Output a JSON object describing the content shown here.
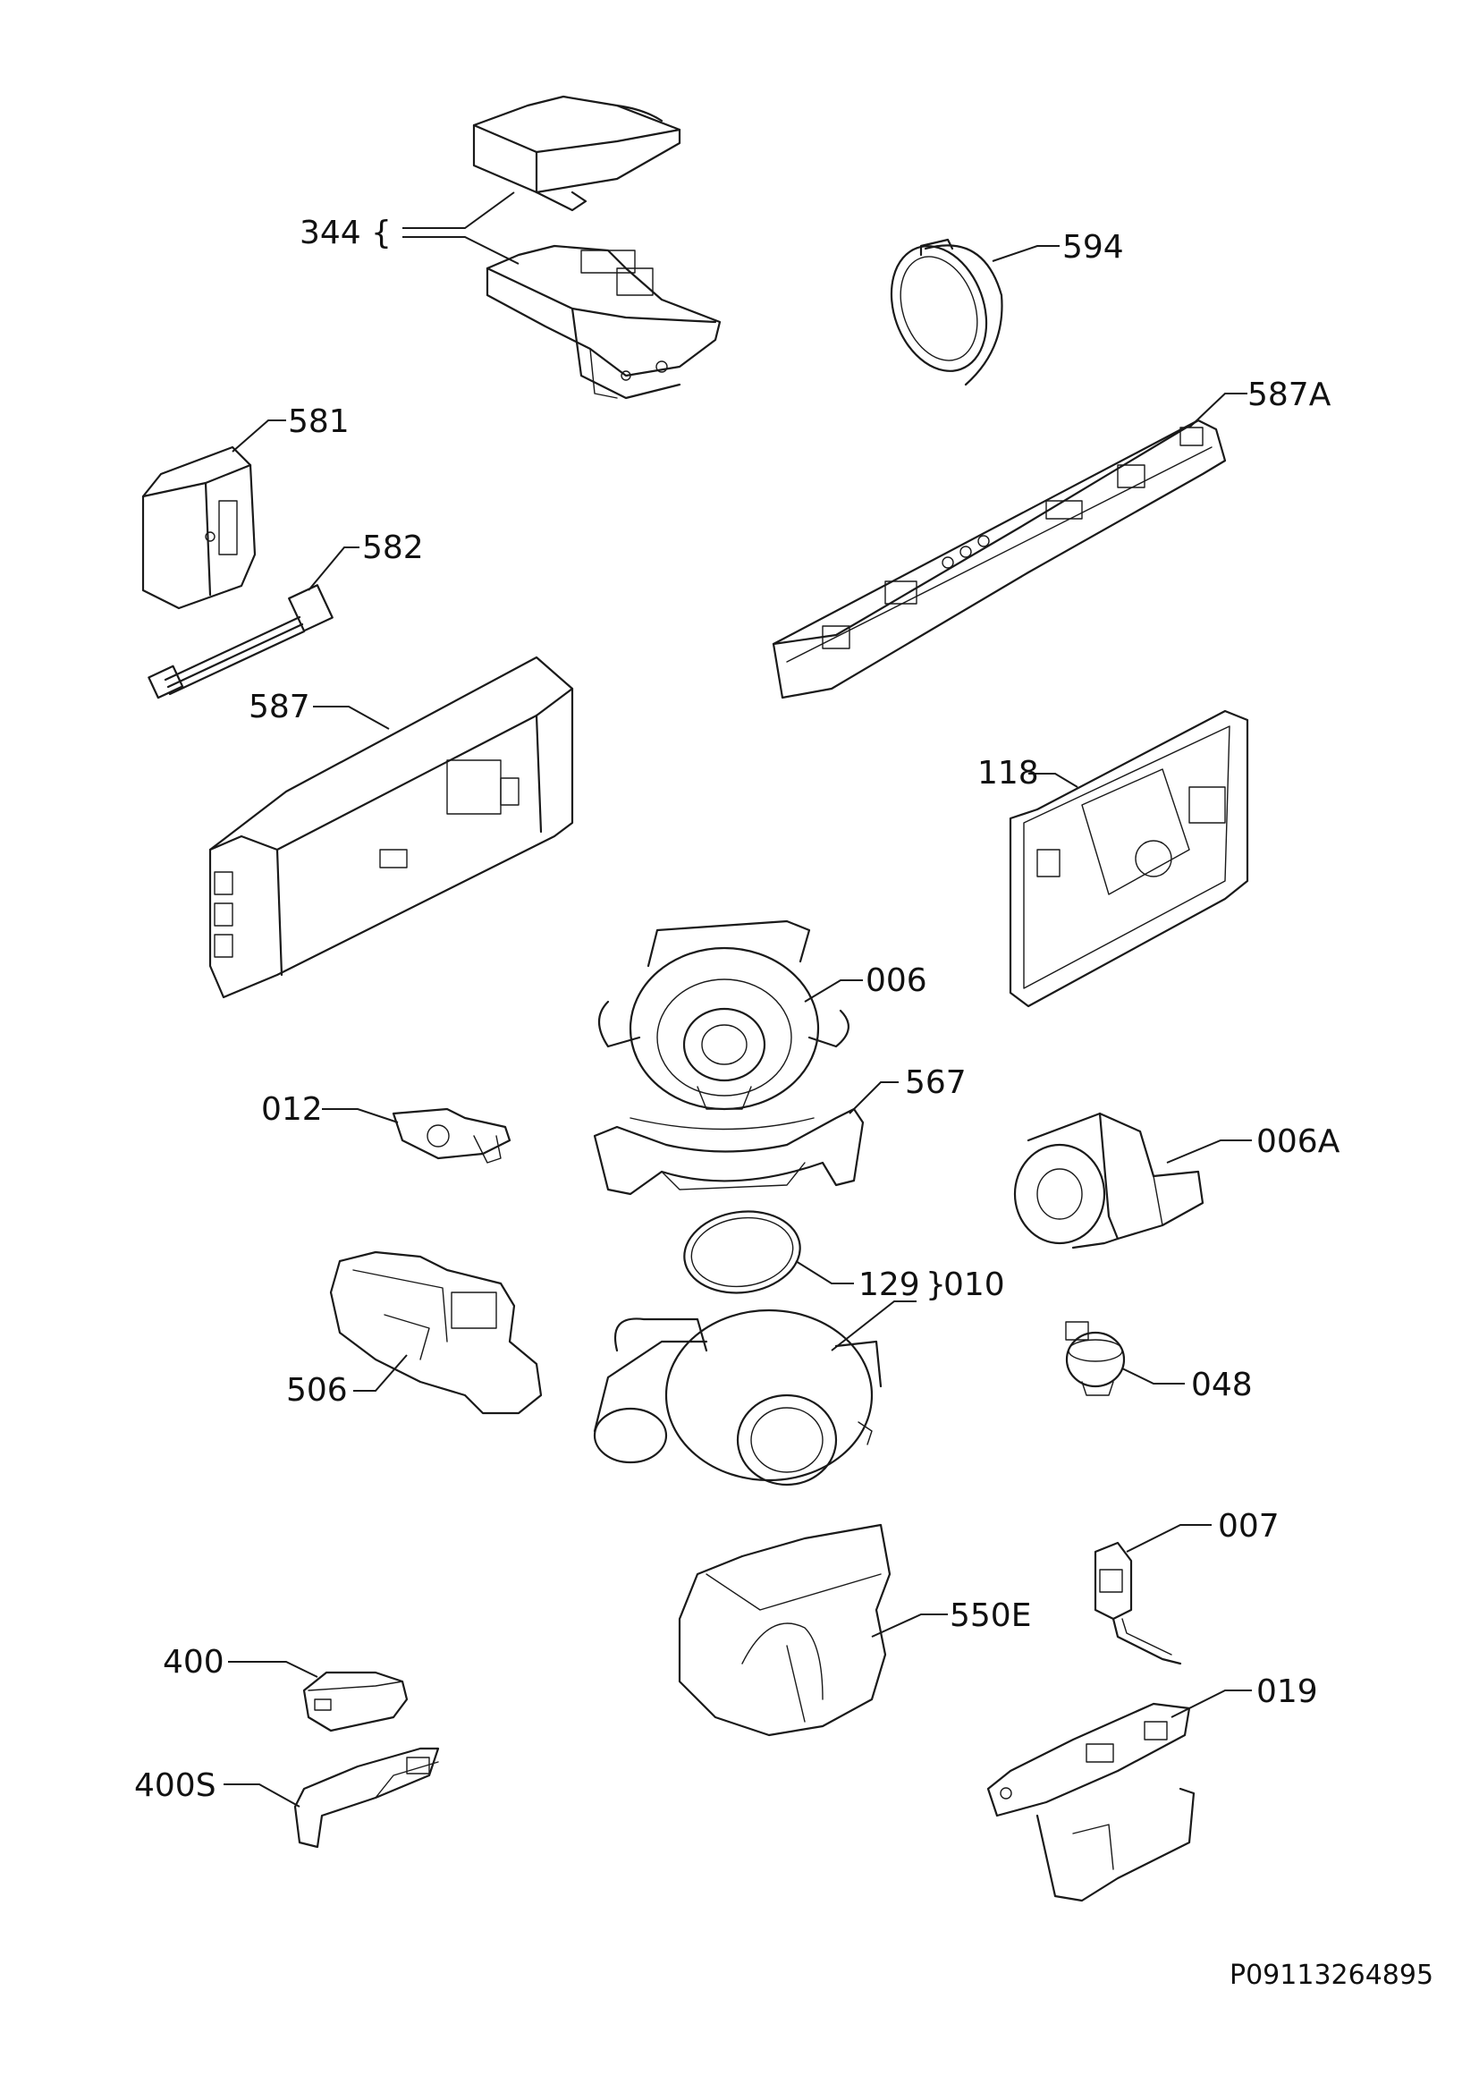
{
  "labels": {
    "p344": "344",
    "p594": "594",
    "p581": "581",
    "p587A": "587A",
    "p582": "582",
    "p587": "587",
    "p118": "118",
    "p006": "006",
    "p567": "567",
    "p012": "012",
    "p006A": "006A",
    "p129": "129",
    "p010": "010",
    "p506": "506",
    "p048": "048",
    "p007": "007",
    "p550E": "550E",
    "p400": "400",
    "p019": "019",
    "p400S": "400S"
  },
  "brace_344": "{",
  "brace_010": "}",
  "reference_code": "P09113264895"
}
